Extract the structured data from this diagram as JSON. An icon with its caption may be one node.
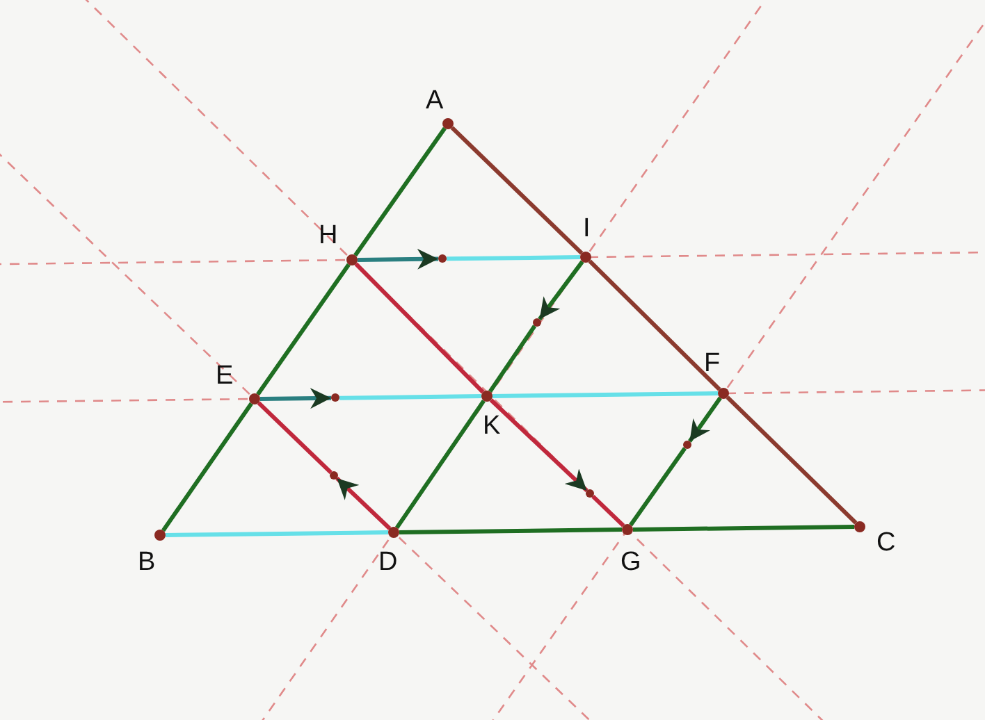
{
  "diagram": {
    "nodes": [
      {
        "text": [
          "A"
        ]
      },
      {
        "text": [
          "H"
        ]
      },
      {
        "text": [
          "I"
        ]
      },
      {
        "text": [
          "E"
        ]
      },
      {
        "text": [
          "K"
        ]
      },
      {
        "text": [
          "F"
        ]
      },
      {
        "text": [
          "B"
        ]
      },
      {
        "text": [
          "D"
        ]
      },
      {
        "text": [
          "G"
        ]
      },
      {
        "text": [
          "C"
        ]
      },
      {
        "text": [],
        "shape": "circle"
      },
      {
        "text": [],
        "shape": "circle"
      },
      {
        "text": [],
        "shape": "circle"
      },
      {
        "text": [],
        "shape": "circle"
      },
      {
        "text": [],
        "shape": "circle"
      },
      {
        "text": [],
        "shape": "circle"
      }
    ],
    "edges": [
      {
        "from": 0,
        "to": 1,
        "arrow": "none"
      },
      {
        "from": 1,
        "to": 3,
        "arrow": "none"
      },
      {
        "from": 3,
        "to": 6,
        "arrow": "none"
      },
      {
        "from": 0,
        "to": 2,
        "arrow": "none",
        "color": "#8b3a2e"
      },
      {
        "from": 2,
        "to": 5,
        "arrow": "none",
        "color": "#8b3a2e"
      },
      {
        "from": 5,
        "to": 9,
        "arrow": "none",
        "color": "#8b3a2e"
      },
      {
        "from": 6,
        "to": 7,
        "arrow": "none",
        "color": "#66e0e8"
      },
      {
        "from": 7,
        "to": 8,
        "arrow": "none"
      },
      {
        "from": 8,
        "to": 9,
        "arrow": "none"
      },
      {
        "from": 1,
        "to": 10,
        "arrow": "to",
        "color": "#2a7f80"
      },
      {
        "from": 10,
        "to": 2,
        "arrow": "none",
        "color": "#66e0e8"
      },
      {
        "from": 3,
        "to": 12,
        "arrow": "to",
        "color": "#2a7f80"
      },
      {
        "from": 12,
        "to": 4,
        "arrow": "none",
        "color": "#66e0e8"
      },
      {
        "from": 4,
        "to": 5,
        "arrow": "none",
        "color": "#66e0e8"
      },
      {
        "from": 1,
        "to": 4,
        "arrow": "none",
        "color": "#c0283c"
      },
      {
        "from": 4,
        "to": 15,
        "arrow": "to",
        "color": "#c0283c"
      },
      {
        "from": 15,
        "to": 8,
        "arrow": "none",
        "color": "#c0283c"
      },
      {
        "from": 7,
        "to": 14,
        "arrow": "to",
        "color": "#c0283c"
      },
      {
        "from": 14,
        "to": 3,
        "arrow": "none",
        "color": "#c0283c"
      },
      {
        "from": 2,
        "to": 11,
        "arrow": "to"
      },
      {
        "from": 11,
        "to": 4,
        "arrow": "none"
      },
      {
        "from": 4,
        "to": 7,
        "arrow": "none"
      },
      {
        "from": 5,
        "to": 13,
        "arrow": "to"
      },
      {
        "from": 13,
        "to": 8,
        "arrow": "none"
      }
    ]
  }
}
